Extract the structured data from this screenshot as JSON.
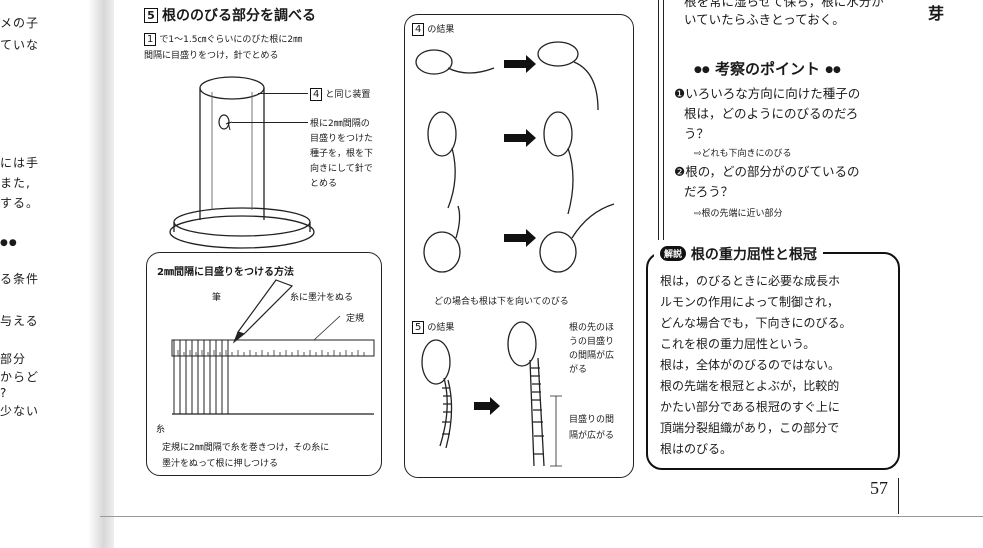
{
  "left_margin": {
    "lines": [
      "メの子",
      "ていな",
      "には手",
      "また,",
      "する。",
      "る条件",
      "与える",
      "部分",
      "からど",
      "?",
      "少ない"
    ],
    "deco": "●●"
  },
  "section5": {
    "num": "5",
    "title": "根ののびる部分を調べる",
    "step_num": "1",
    "step_lines": [
      "で1～1.5㎝ぐらいにのびた根に2㎜",
      "間隔に目盛りをつけ，針でとめる"
    ],
    "apparatus_num": "4",
    "apparatus_label": "と同じ装置",
    "seed_note": [
      "根に2㎜間隔の",
      "目盛りをつけた",
      "種子を，根を下",
      "向きにして針で",
      "とめる"
    ]
  },
  "marking_box": {
    "title": "2㎜間隔に目盛りをつける方法",
    "pen_label": "筆",
    "ink_label": "糸に墨汁をぬる",
    "ruler_label": "定規",
    "thread_label": "糸",
    "caption": [
      "定規に2㎜間隔で糸を巻きつけ，その糸に",
      "墨汁をぬって根に押しつける"
    ]
  },
  "result4": {
    "num": "4",
    "label": "の結果",
    "caption": "どの場合も根は下を向いてのびる"
  },
  "result5": {
    "num": "5",
    "label": "の結果",
    "note_top": [
      "根の先のほ",
      "うの目盛り",
      "の間隔が広",
      "がる"
    ],
    "note_bottom": [
      "目盛りの間",
      "隔が広がる"
    ]
  },
  "top_right": {
    "text": [
      "根を常に湿らせて保ち，根に水分が",
      "いていたらふきとっておく。"
    ],
    "side_char": "芽"
  },
  "consider": {
    "title": "考察のポイント",
    "q1": [
      "❶いろいろな方向に向けた種子の",
      "根は，どのようにのびるのだろ",
      "う？"
    ],
    "a1": "⇨どれも下向きにのびる",
    "q2": [
      "❷根の，どの部分がのびているの",
      "だろう？"
    ],
    "a2": "⇨根の先端に近い部分"
  },
  "commentary": {
    "badge": "解説",
    "title": "根の重力屈性と根冠",
    "lines": [
      "根は，のびるときに必要な成長ホ",
      "ルモンの作用によって制御され，",
      "どんな場合でも，下向きにのびる。",
      "これを根の重力屈性という。",
      "根は，全体がのびるのではない。",
      "根の先端を根冠とよぶが，比較的",
      "かたい部分である根冠のすぐ上に",
      "頂端分裂組織があり，この部分で",
      "根はのびる。"
    ]
  },
  "page_number": "57"
}
